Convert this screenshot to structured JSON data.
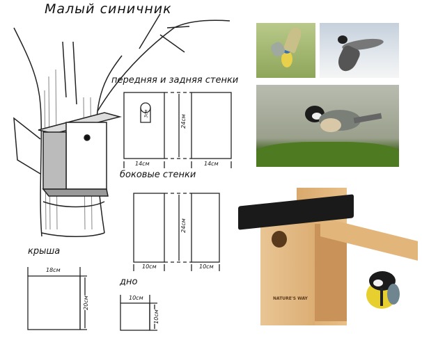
{
  "title": "Малый синичник",
  "sections": {
    "front_back": {
      "label": "передняя и задняя стенки",
      "height": "24см",
      "width_front": "14см",
      "width_back": "14см",
      "hole": "3см"
    },
    "sides": {
      "label": "боковые стенки",
      "height": "24см",
      "width_left": "10см",
      "width_right": "10см"
    },
    "roof": {
      "label": "крыша",
      "width": "18см",
      "height": "20см"
    },
    "bottom": {
      "label": "дно",
      "width": "10см",
      "height": "10см"
    }
  },
  "photo_brand": "NATURE'S WAY"
}
